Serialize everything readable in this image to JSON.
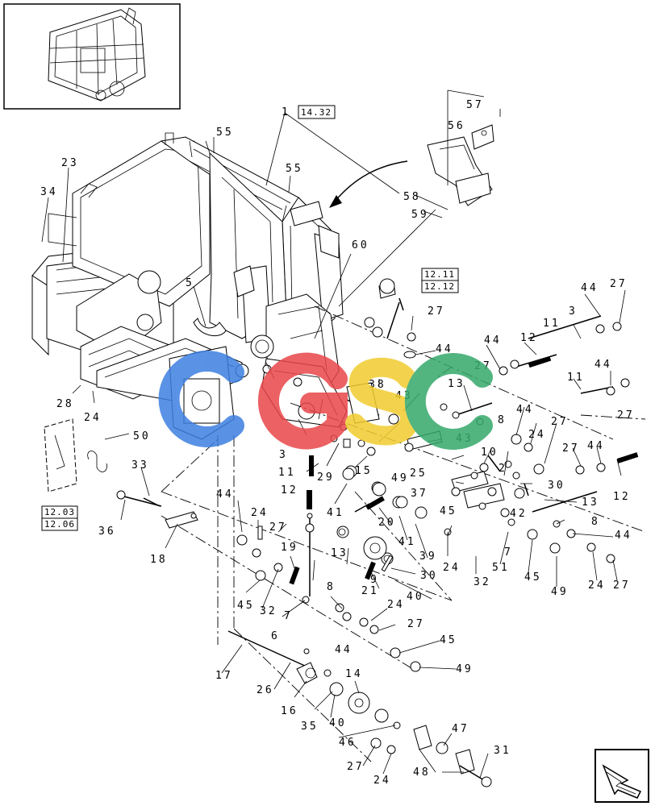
{
  "diagram": {
    "reference_boxes": [
      {
        "id": "ref-14-32",
        "label": "14.32"
      },
      {
        "id": "ref-12-11",
        "label": "12.11"
      },
      {
        "id": "ref-12-12",
        "label": "12.12"
      },
      {
        "id": "ref-12-03",
        "label": "12.03"
      },
      {
        "id": "ref-12-06",
        "label": "12.06"
      }
    ],
    "callouts": [
      {
        "id": "c1",
        "label": "1"
      },
      {
        "id": "c55a",
        "label": "55"
      },
      {
        "id": "c55b",
        "label": "55"
      },
      {
        "id": "c57",
        "label": "57"
      },
      {
        "id": "c56",
        "label": "56"
      },
      {
        "id": "c58",
        "label": "58"
      },
      {
        "id": "c59",
        "label": "59"
      },
      {
        "id": "c23",
        "label": "23"
      },
      {
        "id": "c34",
        "label": "34"
      },
      {
        "id": "c60",
        "label": "60"
      },
      {
        "id": "c5",
        "label": "5"
      },
      {
        "id": "c27a",
        "label": "27"
      },
      {
        "id": "c44a",
        "label": "44"
      },
      {
        "id": "c44b",
        "label": "44"
      },
      {
        "id": "c27b",
        "label": "27"
      },
      {
        "id": "c3a",
        "label": "3"
      },
      {
        "id": "c11a",
        "label": "11"
      },
      {
        "id": "c12a",
        "label": "12"
      },
      {
        "id": "c44c",
        "label": "44"
      },
      {
        "id": "c27c",
        "label": "27"
      },
      {
        "id": "c28",
        "label": "28"
      },
      {
        "id": "c24a",
        "label": "24"
      },
      {
        "id": "c38",
        "label": "38"
      },
      {
        "id": "c43a",
        "label": "43"
      },
      {
        "id": "c13a",
        "label": "13"
      },
      {
        "id": "c11b",
        "label": "11"
      },
      {
        "id": "c44d",
        "label": "44"
      },
      {
        "id": "c27d",
        "label": "27"
      },
      {
        "id": "c8a",
        "label": "8"
      },
      {
        "id": "c43b",
        "label": "43"
      },
      {
        "id": "c44e",
        "label": "44"
      },
      {
        "id": "c27e",
        "label": "27"
      },
      {
        "id": "c24b",
        "label": "24"
      },
      {
        "id": "c10",
        "label": "10"
      },
      {
        "id": "c2",
        "label": "2"
      },
      {
        "id": "c27f",
        "label": "27"
      },
      {
        "id": "c44f",
        "label": "44"
      },
      {
        "id": "c12b",
        "label": "12"
      },
      {
        "id": "c50",
        "label": "50"
      },
      {
        "id": "c3b",
        "label": "3"
      },
      {
        "id": "c11c",
        "label": "11"
      },
      {
        "id": "c29",
        "label": "29"
      },
      {
        "id": "c15",
        "label": "15"
      },
      {
        "id": "c49a",
        "label": "49"
      },
      {
        "id": "c25",
        "label": "25"
      },
      {
        "id": "c30a",
        "label": "30"
      },
      {
        "id": "c33",
        "label": "33"
      },
      {
        "id": "c12c",
        "label": "12"
      },
      {
        "id": "c37",
        "label": "37"
      },
      {
        "id": "c13b",
        "label": "13"
      },
      {
        "id": "c44g",
        "label": "44"
      },
      {
        "id": "c41a",
        "label": "41"
      },
      {
        "id": "c45a",
        "label": "45"
      },
      {
        "id": "c42",
        "label": "42"
      },
      {
        "id": "c8b",
        "label": "8"
      },
      {
        "id": "c36",
        "label": "36"
      },
      {
        "id": "c24c",
        "label": "24"
      },
      {
        "id": "c27g",
        "label": "27"
      },
      {
        "id": "c20",
        "label": "20"
      },
      {
        "id": "c41b",
        "label": "41"
      },
      {
        "id": "c39",
        "label": "39"
      },
      {
        "id": "c44h",
        "label": "44"
      },
      {
        "id": "c18",
        "label": "18"
      },
      {
        "id": "c19",
        "label": "19"
      },
      {
        "id": "c13c",
        "label": "13"
      },
      {
        "id": "c24d",
        "label": "24"
      },
      {
        "id": "c32a",
        "label": "32"
      },
      {
        "id": "c7a",
        "label": "7"
      },
      {
        "id": "c51",
        "label": "51"
      },
      {
        "id": "c45b",
        "label": "45"
      },
      {
        "id": "c49b",
        "label": "49"
      },
      {
        "id": "c24e",
        "label": "24"
      },
      {
        "id": "c27h",
        "label": "27"
      },
      {
        "id": "c9",
        "label": "9"
      },
      {
        "id": "c30b",
        "label": "30"
      },
      {
        "id": "c8c",
        "label": "8"
      },
      {
        "id": "c21",
        "label": "21"
      },
      {
        "id": "c40a",
        "label": "40"
      },
      {
        "id": "c45c",
        "label": "45"
      },
      {
        "id": "c32b",
        "label": "32"
      },
      {
        "id": "c7b",
        "label": "7"
      },
      {
        "id": "c24f",
        "label": "24"
      },
      {
        "id": "c6",
        "label": "6"
      },
      {
        "id": "c27i",
        "label": "27"
      },
      {
        "id": "c44i",
        "label": "44"
      },
      {
        "id": "c45d",
        "label": "45"
      },
      {
        "id": "c17",
        "label": "17"
      },
      {
        "id": "c49c",
        "label": "49"
      },
      {
        "id": "c26",
        "label": "26"
      },
      {
        "id": "c14",
        "label": "14"
      },
      {
        "id": "c16",
        "label": "16"
      },
      {
        "id": "c40b",
        "label": "40"
      },
      {
        "id": "c35",
        "label": "35"
      },
      {
        "id": "c47",
        "label": "47"
      },
      {
        "id": "c46",
        "label": "46"
      },
      {
        "id": "c27j",
        "label": "27"
      },
      {
        "id": "c31",
        "label": "31"
      },
      {
        "id": "c48",
        "label": "48"
      },
      {
        "id": "c24g",
        "label": "24"
      }
    ],
    "watermark_text": "CGSC",
    "watermark_colors": {
      "blue": "#3d7fe0",
      "red": "#e8464a",
      "yellow": "#f2cc2e",
      "green": "#35a96a"
    },
    "icons": {
      "nav": "back-arrow-icon"
    }
  }
}
